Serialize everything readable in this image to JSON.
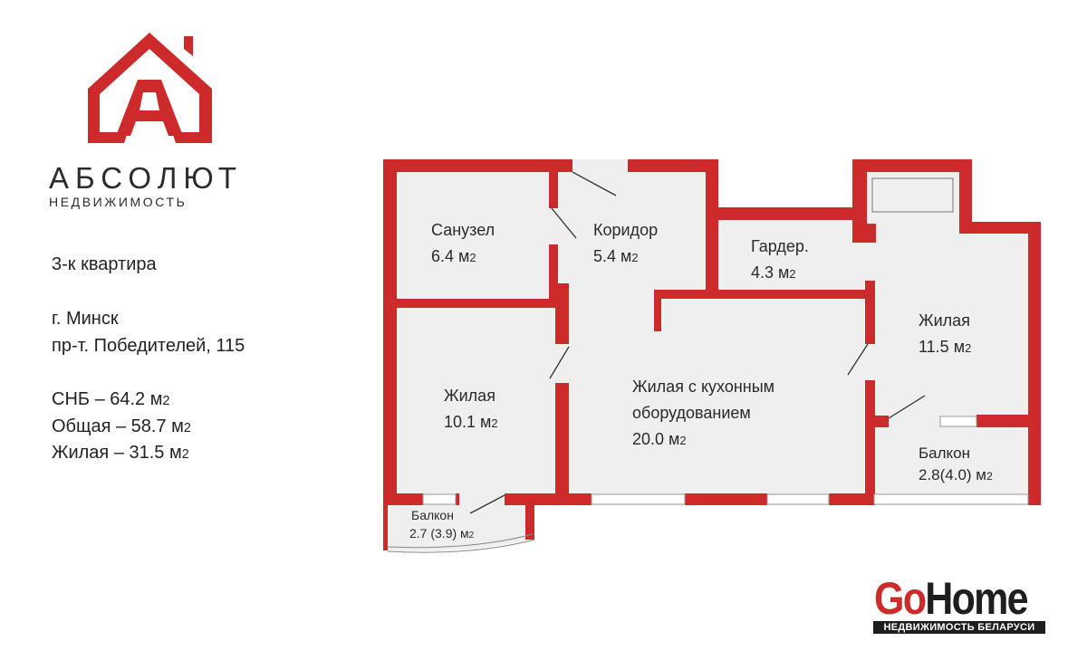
{
  "logo": {
    "name": "АБСОЛЮТ",
    "subtitle": "НЕДВИЖИМОСТЬ"
  },
  "info": {
    "type": "3-к квартира",
    "city": "г. Минск",
    "address": "пр-т. Победителей, 115",
    "snb_label": "СНБ – 64.2 м",
    "snb_sup": "2",
    "total_label": "Общая –  58.7 м",
    "total_sup": "2",
    "living_label": "Жилая – 31.5 м",
    "living_sup": "2"
  },
  "rooms": [
    {
      "name": "Санузел",
      "area": "6.4 м",
      "sup": "2"
    },
    {
      "name": "Коридор",
      "area": "5.4 м",
      "sup": "2"
    },
    {
      "name": "Гардер.",
      "area": "4.3 м",
      "sup": "2"
    },
    {
      "name": "Жилая",
      "area": "11.5 м",
      "sup": "2"
    },
    {
      "name": "Жилая",
      "area": "10.1 м",
      "sup": "2"
    },
    {
      "name1": "Жилая с кухонным",
      "name2": "оборудованием",
      "area": "20.0 м",
      "sup": "2"
    },
    {
      "name": "Балкон",
      "area": "2.8(4.0) м",
      "sup": "2"
    },
    {
      "name": "Балкон",
      "area": "2.7 (3.9) м",
      "sup": "2"
    }
  ],
  "gohome": {
    "go": "Go",
    "home": "Home",
    "tagline": "НЕДВИЖИМОСТЬ БЕЛАРУСИ"
  },
  "colors": {
    "wall": "#cd2b2b",
    "floor": "#efefef",
    "text": "#222222"
  }
}
